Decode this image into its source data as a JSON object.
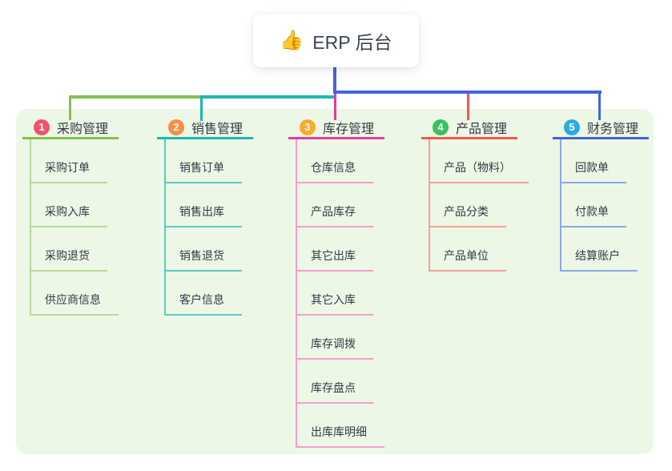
{
  "root": {
    "icon": "👍",
    "label": "ERP 后台",
    "icon_name": "thumbs-up-emoji"
  },
  "panel_color": "#ecf7e6",
  "root_connector_color": "#4564d8",
  "branches": [
    {
      "num": "1",
      "label": "采购管理",
      "badge_color": "#f0536b",
      "line_color": "#85c14f",
      "child_line_color": "#b8db9a",
      "children": [
        "采购订单",
        "采购入库",
        "采购退货",
        "供应商信息"
      ]
    },
    {
      "num": "2",
      "label": "销售管理",
      "badge_color": "#fa8c46",
      "line_color": "#1ab9b0",
      "child_line_color": "#5ecac2",
      "children": [
        "销售订单",
        "销售出库",
        "销售退货",
        "客户信息"
      ]
    },
    {
      "num": "3",
      "label": "库存管理",
      "badge_color": "#f8ab2d",
      "line_color": "#e03f9b",
      "child_line_color": "#f0a0ce",
      "children": [
        "仓库信息",
        "产品库存",
        "其它出库",
        "其它入库",
        "库存调拨",
        "库存盘点",
        "出库库明细"
      ]
    },
    {
      "num": "4",
      "label": "产品管理",
      "badge_color": "#35c45f",
      "line_color": "#f35750",
      "child_line_color": "#f6a09a",
      "children": [
        "产品（物料）",
        "产品分类",
        "产品单位"
      ]
    },
    {
      "num": "5",
      "label": "财务管理",
      "badge_color": "#2fa8e0",
      "line_color": "#4564d8",
      "child_line_color": "#8fa6e7",
      "children": [
        "回款单",
        "付款单",
        "结算账户"
      ]
    }
  ]
}
